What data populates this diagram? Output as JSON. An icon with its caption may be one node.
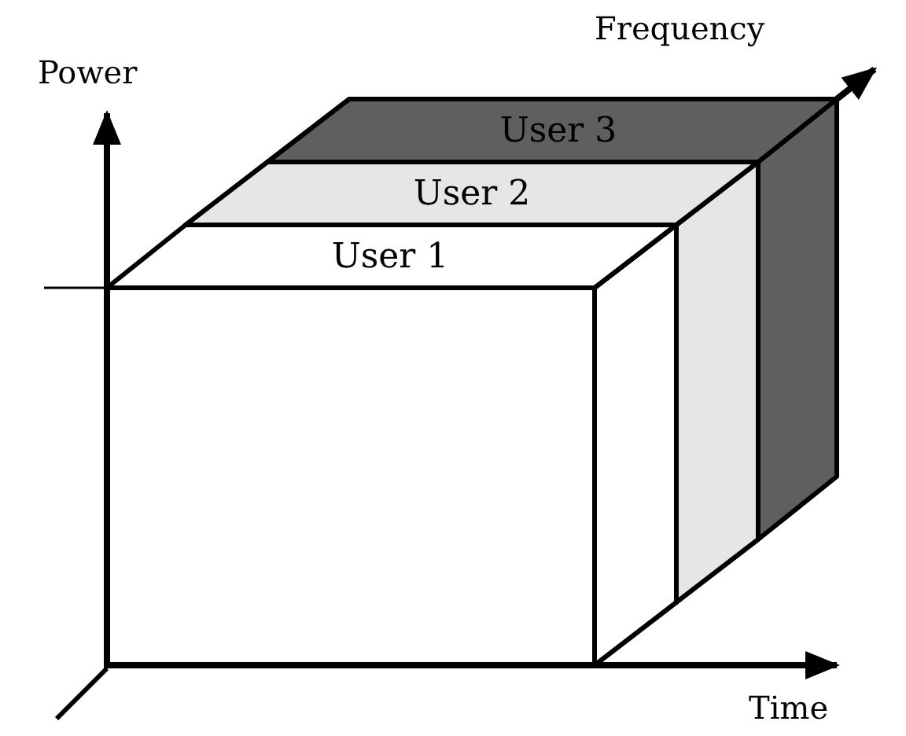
{
  "diagram": {
    "nodes": [
      {
        "text": [
          "User 3"
        ]
      },
      {
        "text": [
          "User 2"
        ]
      },
      {
        "text": [
          "User 1"
        ]
      }
    ],
    "labels": [
      "Frequency",
      "Power",
      "Time"
    ]
  }
}
